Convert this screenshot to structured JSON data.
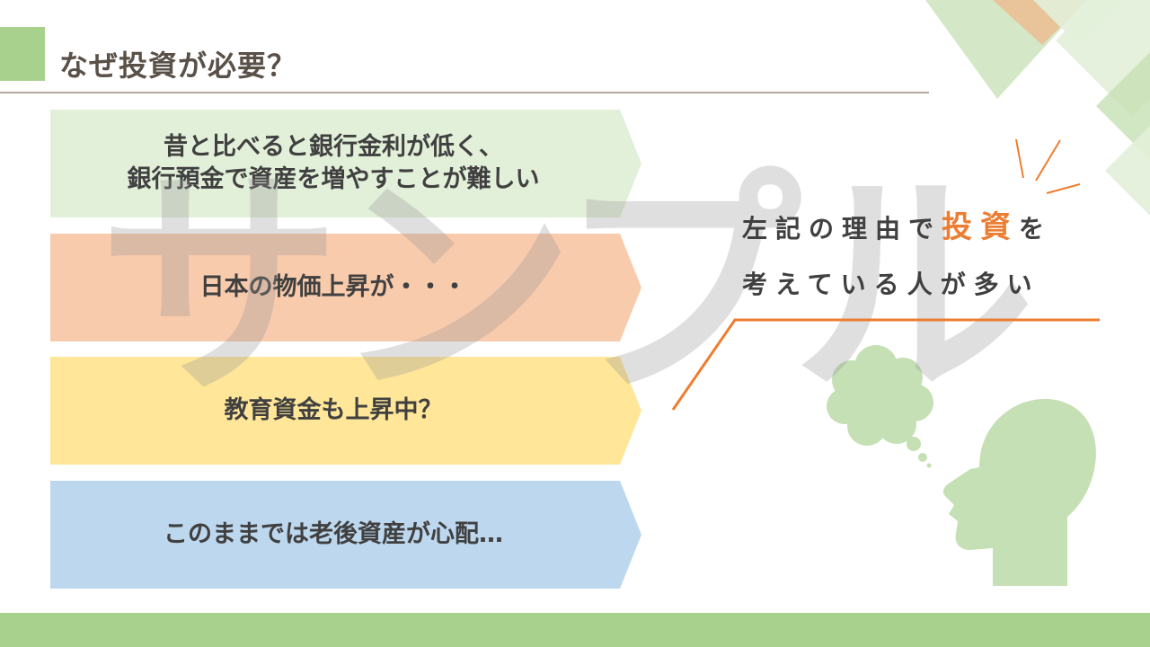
{
  "title": "なぜ投資が必要？",
  "watermark": "サンプル",
  "bars": [
    {
      "line1": "昔と比べると銀行金利が低く、",
      "line2": "銀行預金で資産を増やすことが難しい",
      "color": "#e2efd9"
    },
    {
      "line1": "日本の物価上昇が・・・",
      "color": "#f8cbad"
    },
    {
      "line1": "教育資金も上昇中？",
      "color": "#ffe699"
    },
    {
      "line1": "このままでは老後資産が心配…",
      "color": "#bdd7ee"
    }
  ],
  "message": {
    "line1_pre": "左記の理由で",
    "line1_highlight": "投資",
    "line1_post": "を",
    "line2": "考えている人が多い"
  },
  "colors": {
    "accent_green": "#a9d18e",
    "accent_orange": "#ed7d31",
    "text_dark": "#404040",
    "title_text": "#595048"
  },
  "icons": [
    "thinking-head-icon",
    "thought-bubble-icon",
    "emphasis-lines-icon"
  ]
}
